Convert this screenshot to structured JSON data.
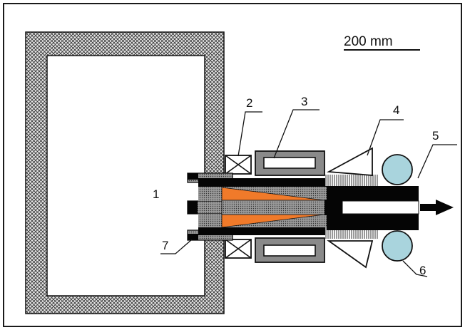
{
  "scale_bar": {
    "label": "200 mm"
  },
  "labels": {
    "l1": "1",
    "l2": "2",
    "l3": "3",
    "l4": "4",
    "l5": "5",
    "l6": "6",
    "l7": "7"
  },
  "colors": {
    "frame": "#1a1a1a",
    "insulation_fill": "#bdbdbd",
    "coil_fill": "#8a8a8a",
    "cone": "#f07a2a",
    "roller": "#a9d4dd",
    "dark": "#050505"
  }
}
